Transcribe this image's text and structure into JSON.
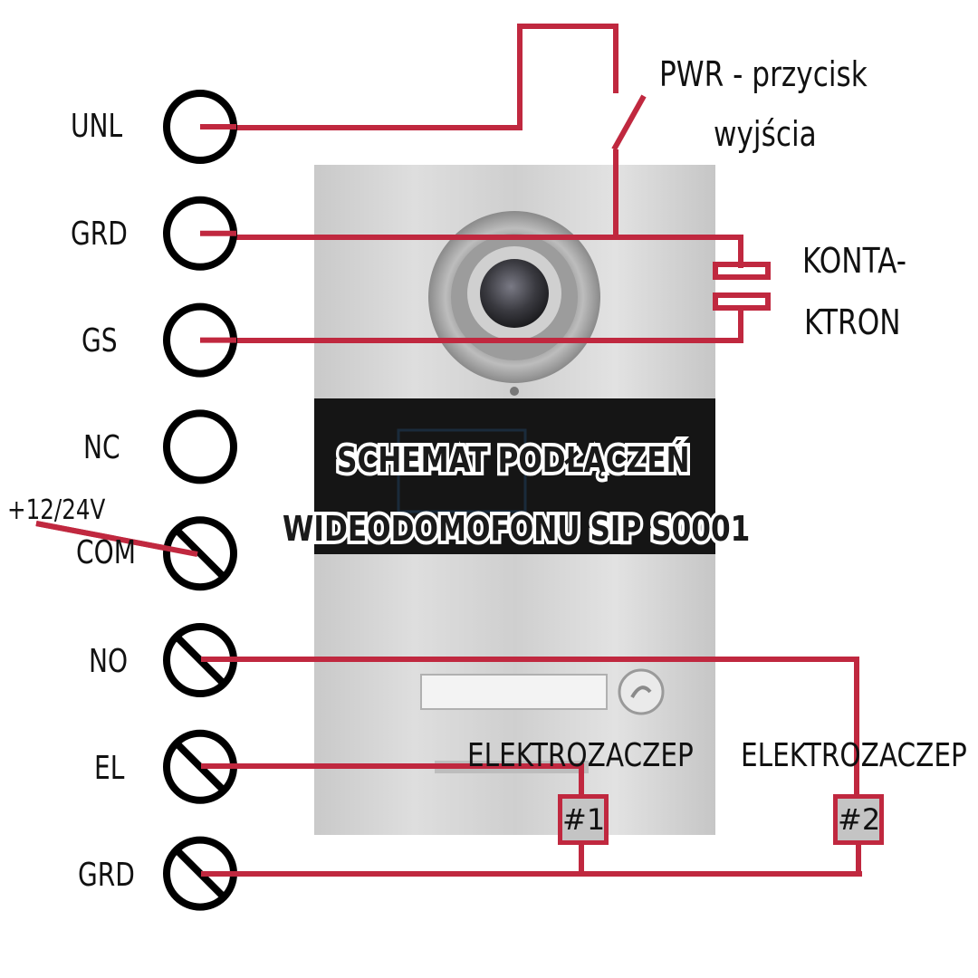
{
  "terminals": [
    {
      "id": "unl",
      "label": "UNL",
      "wired": false
    },
    {
      "id": "grd1",
      "label": "GRD",
      "wired": false
    },
    {
      "id": "gs",
      "label": "GS",
      "wired": false
    },
    {
      "id": "nc",
      "label": "NC",
      "wired": false
    },
    {
      "id": "com",
      "label": "COM",
      "wired": true
    },
    {
      "id": "no",
      "label": "NO",
      "wired": true
    },
    {
      "id": "el",
      "label": "EL",
      "wired": true
    },
    {
      "id": "grd2",
      "label": "GRD",
      "wired": true
    }
  ],
  "annotations": {
    "pwr_line1": "PWR - przycisk",
    "pwr_line2": "wyjścia",
    "kontaktron_line1": "KONTA-",
    "kontaktron_line2": "KTRON",
    "supply": "+12/24V",
    "lock1_label": "ELEKTROZACZEP",
    "lock1_tag": "#1",
    "lock2_label": "ELEKTROZACZEP",
    "lock2_tag": "#2"
  },
  "title": {
    "line1": "SCHEMAT PODŁĄCZEŃ",
    "line2": "WIDEODOMOFONU SIP S0001"
  },
  "colors": {
    "wire": "#c0283f",
    "terminal_stroke": "#000000",
    "panel": "#d2d2d2",
    "panel_dark": "#141414"
  }
}
